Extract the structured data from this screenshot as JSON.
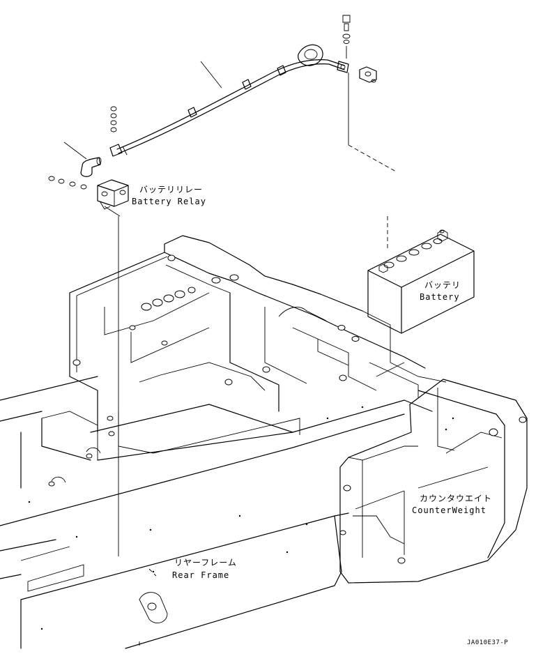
{
  "labels": {
    "battery_relay_jp": "バッテリリレー",
    "battery_relay_en": "Battery Relay",
    "battery_jp": "バッテリ",
    "battery_en": "Battery",
    "counterweight_jp": "カウンタウエイト",
    "counterweight_en": "CounterWeight",
    "rear_frame_jp": "リヤーフレーム",
    "rear_frame_en": "Rear Frame"
  },
  "drawing_code": "JA010E37-P"
}
